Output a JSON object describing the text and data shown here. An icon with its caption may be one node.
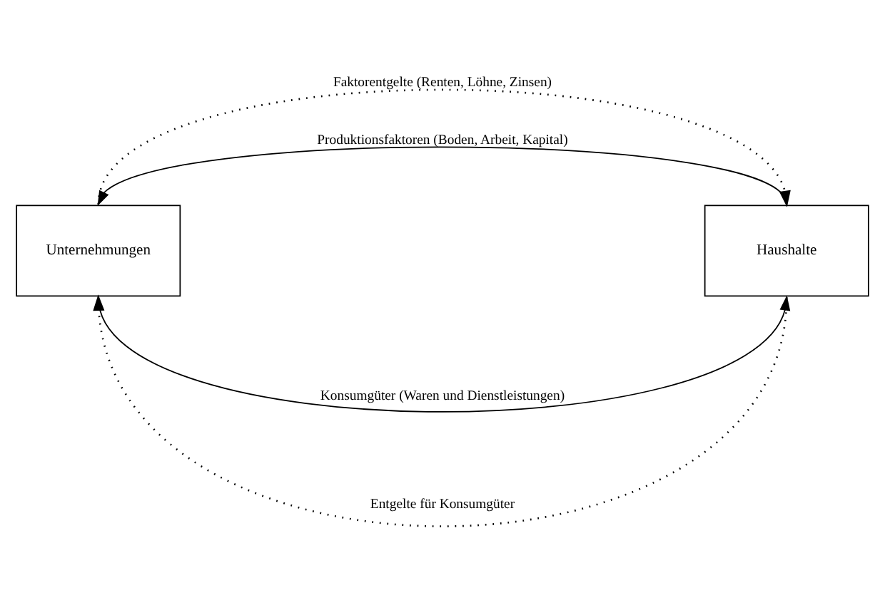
{
  "diagram": {
    "nodes": [
      {
        "text": [
          "Unternehmungen"
        ]
      },
      {
        "text": [
          "Haushalte"
        ]
      }
    ],
    "edges": [
      {
        "from": 0,
        "to": 1,
        "arrow": "to",
        "label": "Faktorentgelte (Renten, Löhne, Zinsen)",
        "style": "dashed"
      },
      {
        "from": 1,
        "to": 0,
        "arrow": "to",
        "label": "Produktionsfaktoren (Boden, Arbeit, Kapital)"
      },
      {
        "from": 0,
        "to": 1,
        "arrow": "to",
        "label": "Konsumgüter (Waren und Dienstleistungen)"
      },
      {
        "from": 1,
        "to": 0,
        "arrow": "to",
        "label": "Entgelte für Konsumgüter",
        "style": "dashed"
      }
    ]
  }
}
